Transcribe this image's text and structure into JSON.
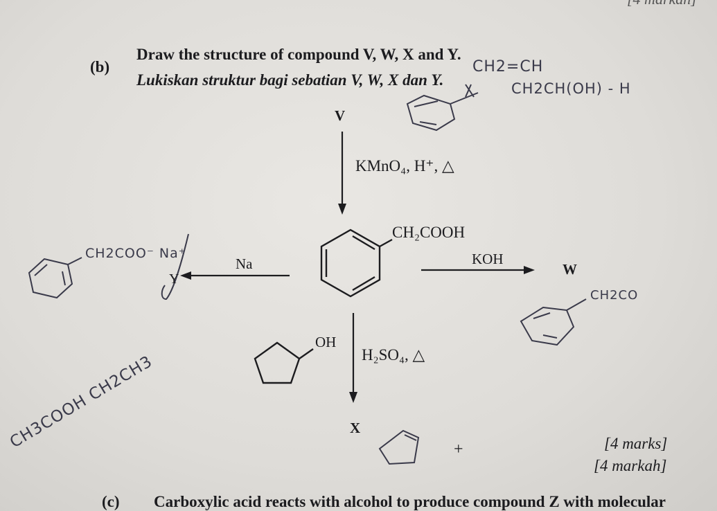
{
  "question": {
    "part_label": "(b)",
    "instruction_en": "Draw the structure of compound V, W, X and Y.",
    "instruction_ms": "Lukiskan struktur bagi sebatian V, W, X dan Y.",
    "corner_text": "[4 markah]"
  },
  "scheme": {
    "compound_v": "V",
    "compound_w": "W",
    "compound_x": "X",
    "compound_y": "Y",
    "reagent_kmno4": "KMnO₄, H⁺, △",
    "reagent_na": "Na",
    "reagent_koh": "KOH",
    "reagent_h2so4": "H₂SO₄, △",
    "center_substituent": "CH₂COOH",
    "oh_label": "OH",
    "plus": "+"
  },
  "marks": {
    "en": "[4 marks]",
    "ms": "[4 markah]"
  },
  "part_c": {
    "label": "(c)",
    "text": "Carboxylic acid reacts with alcohol to produce compound Z with molecular"
  },
  "handwriting": {
    "top_right_1": "CH2=CH",
    "top_right_2": "CH2CH(OH) - H",
    "y_answer": "CH2COO⁻ Na⁺",
    "w_answer": "CH2CO",
    "x_answer": "CH3COOH CH2CH3"
  }
}
